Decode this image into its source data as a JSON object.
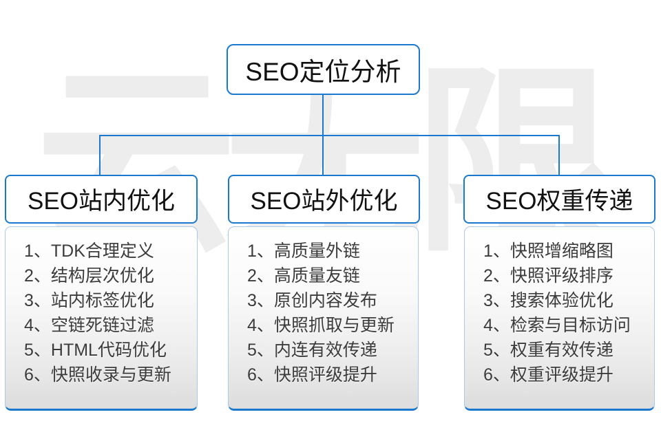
{
  "diagram": {
    "root": {
      "label": "SEO定位分析"
    },
    "watermark": "云无限",
    "colors": {
      "connector_blue": "#1b79cd",
      "list_border_light": "#a9c9e8",
      "list_gradient_bottom": "#dddddd",
      "watermark_gray": "#ededed",
      "title_text": "#111111",
      "item_text": "#3b3b3b"
    },
    "columns": [
      {
        "title": "SEO站内优化",
        "items": [
          "1、TDK合理定义",
          "2、结构层次优化",
          "3、站内标签优化",
          "4、空链死链过滤",
          "5、HTML代码优化",
          "6、快照收录与更新"
        ]
      },
      {
        "title": "SEO站外优化",
        "items": [
          "1、高质量外链",
          "2、高质量友链",
          "3、原创内容发布",
          "4、快照抓取与更新",
          "5、内连有效传递",
          "6、快照评级提升"
        ]
      },
      {
        "title": "SEO权重传递",
        "items": [
          "1、快照增缩略图",
          "2、快照评级排序",
          "3、搜索体验优化",
          "4、检索与目标访问",
          "5、权重有效传递",
          "6、权重评级提升"
        ]
      }
    ]
  }
}
